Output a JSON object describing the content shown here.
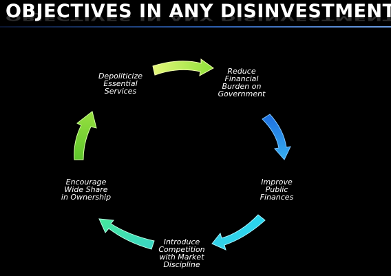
{
  "title": "OBJECTIVES IN ANY DISINVESTMENT",
  "nodes": [
    {
      "lines": [
        "Reduce",
        "Financial",
        "Burden on",
        "Government"
      ]
    },
    {
      "lines": [
        "Improve",
        "Public",
        "Finances"
      ]
    },
    {
      "lines": [
        "Introduce",
        "Competition",
        "with Market",
        "Discipline"
      ]
    },
    {
      "lines": [
        "Encourage",
        "Wide Share",
        "in Ownership"
      ]
    },
    {
      "lines": [
        "Depoliticize",
        "Essential",
        "Services"
      ]
    }
  ],
  "colors": {
    "background": "#000000",
    "title": "#ffffff",
    "rule": "#2d5fb0",
    "arrow_green_light": "#c8f060",
    "arrow_green": "#5ec62c",
    "arrow_blue": "#2a8ee8",
    "arrow_cyan": "#2ad0ea",
    "arrow_teal": "#3ae0b8"
  },
  "icons": [
    "curved-arrow-icon"
  ]
}
